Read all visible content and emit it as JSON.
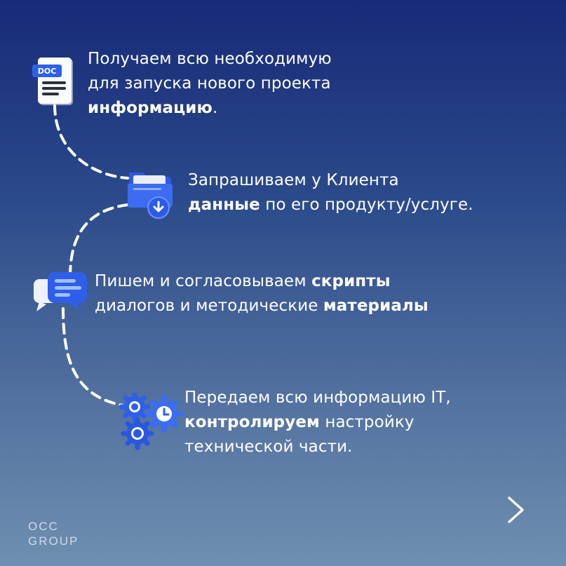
{
  "steps": [
    {
      "icon": "document-icon",
      "icon_label": "DOC",
      "line1": "Получаем всю необходимую",
      "line2": "для запуска нового проекта",
      "line3_bold": "информацию",
      "line3_tail": "."
    },
    {
      "icon": "folder-download-icon",
      "line1": "Запрашиваем у Клиента",
      "line2_bold": "данные",
      "line2_tail": " по его продукту/услуге."
    },
    {
      "icon": "chat-bubbles-icon",
      "line1_head": "Пишем и согласовываем ",
      "line1_bold": "скрипты",
      "line2_head": "диалогов и методические ",
      "line2_bold": "материалы"
    },
    {
      "icon": "gears-icon",
      "line1": "Передаем всю информацию IT,",
      "line2_bold": "контролируем",
      "line2_tail": " настройку",
      "line3": "технической части."
    }
  ],
  "logo": {
    "line1": "OCC",
    "line2": "GROUP"
  },
  "next_arrow": "arrow-right-icon",
  "colors": {
    "accent": "#3b63f0",
    "text": "#ffffff"
  }
}
